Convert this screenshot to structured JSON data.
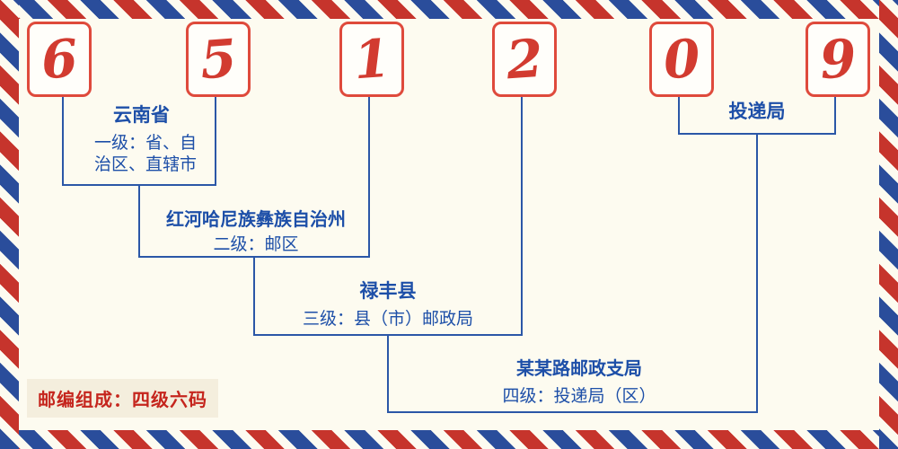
{
  "postal_code": {
    "digits": [
      "6",
      "5",
      "1",
      "2",
      "0",
      "9"
    ]
  },
  "labels": {
    "delivery": "投递局",
    "level1_place": "云南省",
    "level1_desc_line1": "一级：省、自",
    "level1_desc_line2": "治区、直辖市",
    "level2_place": "红河哈尼族彝族自治州",
    "level2_desc": "二级：邮区",
    "level3_place": "禄丰县",
    "level3_desc": "三级：县（市）邮政局",
    "level4_place": "某某路邮政支局",
    "level4_desc": "四级：投递局（区）",
    "footer_note": "邮编组成：四级六码"
  },
  "colors": {
    "digit_red": "#d23b30",
    "box_border_red": "#df4a3c",
    "line_blue": "#2b57a7",
    "text_blue": "#1d4fa8",
    "note_red": "#c5251d",
    "background_cream": "#fdfbf0"
  }
}
